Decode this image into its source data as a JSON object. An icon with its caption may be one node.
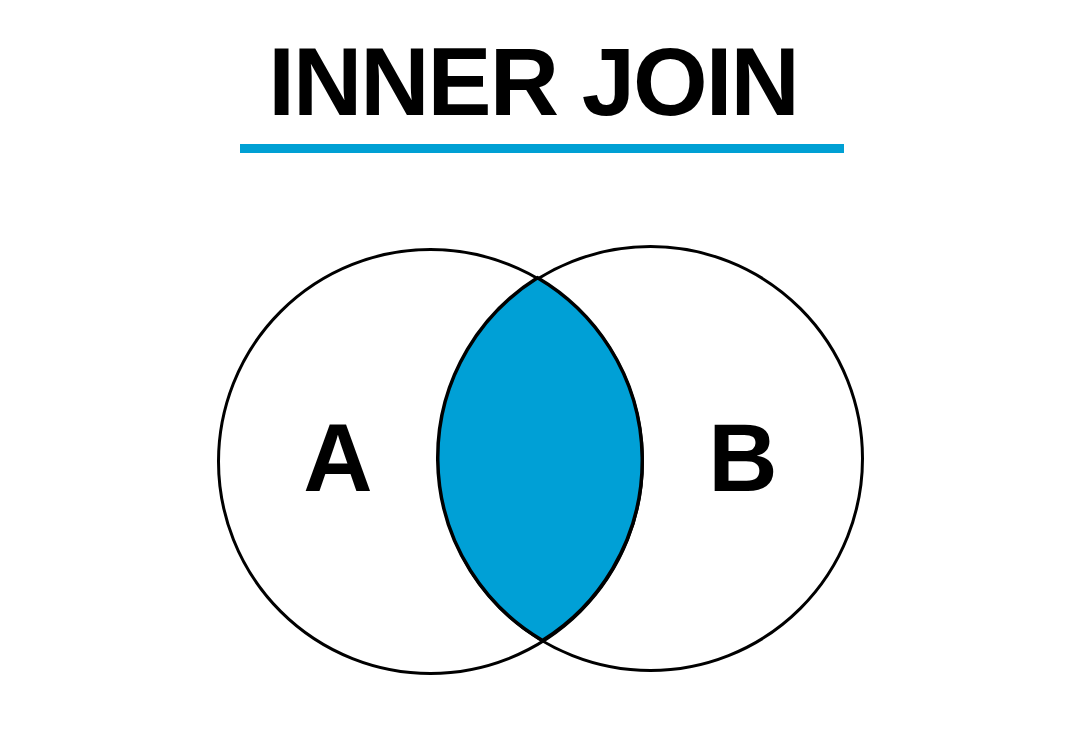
{
  "diagram": {
    "title": "INNER JOIN",
    "nodes": [
      {
        "text": [
          "A"
        ]
      },
      {
        "text": [
          "B"
        ]
      },
      {
        "text": [],
        "shape": "lens"
      }
    ]
  }
}
